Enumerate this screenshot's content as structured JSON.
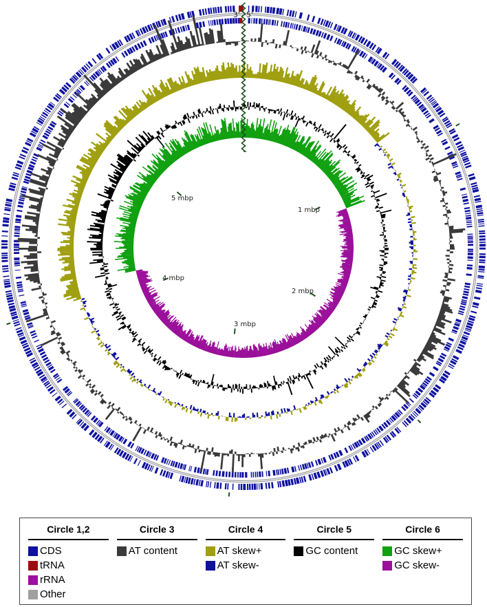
{
  "diagram": {
    "type": "circular-genome-map",
    "end_labels": [
      "3'",
      "5'"
    ],
    "tick_labels": [
      "1 mbp",
      "2 mbp",
      "3 mbp",
      "4 mbp",
      "5 mbp"
    ],
    "colors": {
      "cds": "#0f12a0",
      "trna": "#9a0f0f",
      "rrna": "#9a10a0",
      "other": "#a0a0a0",
      "at_content": "#3a3a3a",
      "at_skew_pos": "#a09f10",
      "at_skew_neg": "#10129a",
      "gc_content": "#000000",
      "gc_skew_pos": "#10a010",
      "gc_skew_neg": "#9a109a",
      "marker": "#1f4f1f"
    }
  },
  "legend": [
    {
      "title": "Circle 1,2",
      "items": [
        {
          "label": "CDS",
          "color": "#0f12a0"
        },
        {
          "label": "tRNA",
          "color": "#9a0f0f"
        },
        {
          "label": "rRNA",
          "color": "#9a10a0"
        },
        {
          "label": "Other",
          "color": "#a0a0a0"
        }
      ]
    },
    {
      "title": "Circle 3",
      "items": [
        {
          "label": "AT content",
          "color": "#3a3a3a"
        }
      ]
    },
    {
      "title": "Circle 4",
      "items": [
        {
          "label": "AT skew+",
          "color": "#a09f10"
        },
        {
          "label": "AT skew-",
          "color": "#10129a"
        }
      ]
    },
    {
      "title": "Circle 5",
      "items": [
        {
          "label": "GC content",
          "color": "#000000"
        }
      ]
    },
    {
      "title": "Circle 6",
      "items": [
        {
          "label": "GC skew+",
          "color": "#10a010"
        },
        {
          "label": "GC skew-",
          "color": "#9a109a"
        }
      ]
    }
  ]
}
